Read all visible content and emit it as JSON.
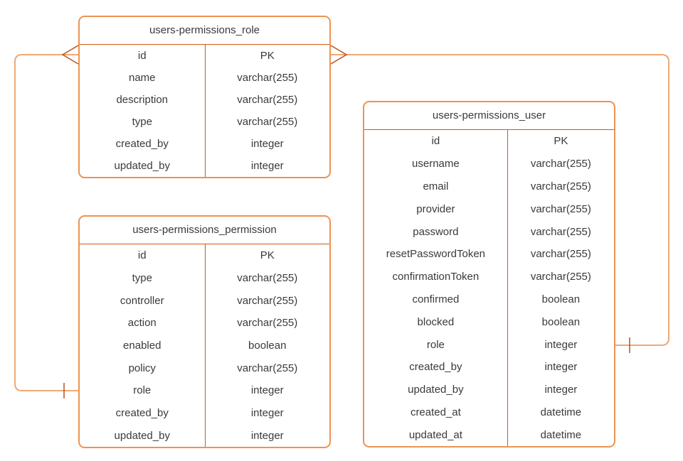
{
  "diagram": {
    "type": "entity-relationship",
    "background": "#ffffff",
    "colors": {
      "table_border": "#ec9351",
      "divider": "#cf5b13",
      "connector": "#efa875",
      "cardinality_marker": "#b5541c",
      "text": "#3a3a3a"
    },
    "tables": [
      {
        "id": "role",
        "title": "users-permissions_role",
        "rows": [
          {
            "field": "id",
            "type": "PK"
          },
          {
            "field": "name",
            "type": "varchar(255)"
          },
          {
            "field": "description",
            "type": "varchar(255)"
          },
          {
            "field": "type",
            "type": "varchar(255)"
          },
          {
            "field": "created_by",
            "type": "integer"
          },
          {
            "field": "updated_by",
            "type": "integer"
          }
        ]
      },
      {
        "id": "permission",
        "title": "users-permissions_permission",
        "rows": [
          {
            "field": "id",
            "type": "PK"
          },
          {
            "field": "type",
            "type": "varchar(255)"
          },
          {
            "field": "controller",
            "type": "varchar(255)"
          },
          {
            "field": "action",
            "type": "varchar(255)"
          },
          {
            "field": "enabled",
            "type": "boolean"
          },
          {
            "field": "policy",
            "type": "varchar(255)"
          },
          {
            "field": "role",
            "type": "integer"
          },
          {
            "field": "created_by",
            "type": "integer"
          },
          {
            "field": "updated_by",
            "type": "integer"
          }
        ]
      },
      {
        "id": "user",
        "title": "users-permissions_user",
        "rows": [
          {
            "field": "id",
            "type": "PK"
          },
          {
            "field": "username",
            "type": "varchar(255)"
          },
          {
            "field": "email",
            "type": "varchar(255)"
          },
          {
            "field": "provider",
            "type": "varchar(255)"
          },
          {
            "field": "password",
            "type": "varchar(255)"
          },
          {
            "field": "resetPasswordToken",
            "type": "varchar(255)"
          },
          {
            "field": "confirmationToken",
            "type": "varchar(255)"
          },
          {
            "field": "confirmed",
            "type": "boolean"
          },
          {
            "field": "blocked",
            "type": "boolean"
          },
          {
            "field": "role",
            "type": "integer"
          },
          {
            "field": "created_by",
            "type": "integer"
          },
          {
            "field": "updated_by",
            "type": "integer"
          },
          {
            "field": "created_at",
            "type": "datetime"
          },
          {
            "field": "updated_at",
            "type": "datetime"
          }
        ]
      }
    ],
    "relationships": [
      {
        "from_table": "users-permissions_permission",
        "from_field": "role",
        "from_cardinality": "one",
        "to_table": "users-permissions_role",
        "to_field": "id",
        "to_cardinality": "many"
      },
      {
        "from_table": "users-permissions_user",
        "from_field": "role",
        "from_cardinality": "one",
        "to_table": "users-permissions_role",
        "to_field": "id",
        "to_cardinality": "many"
      }
    ]
  }
}
